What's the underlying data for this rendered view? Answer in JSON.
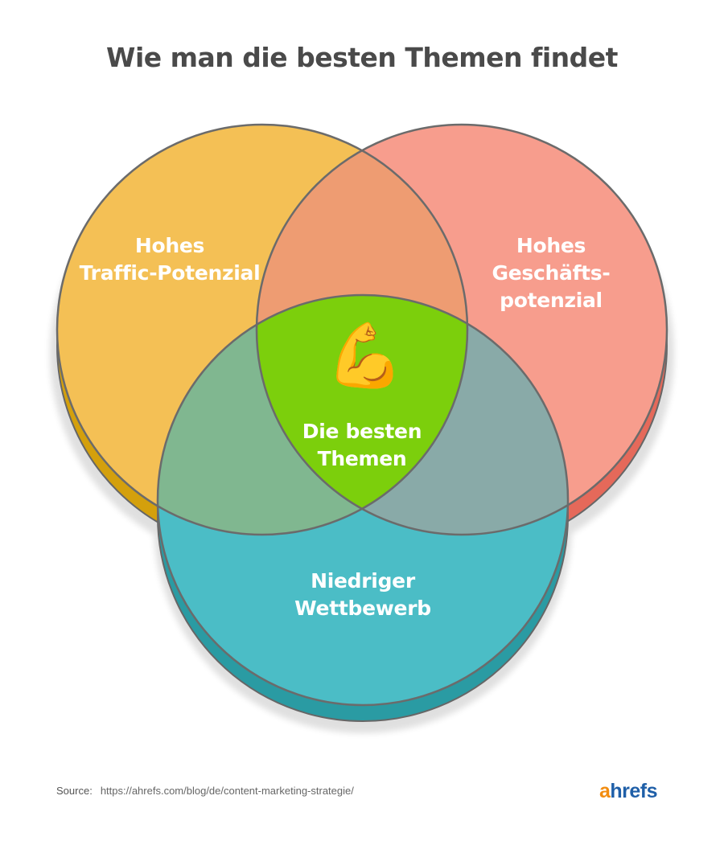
{
  "title": "Wie man die besten Themen findet",
  "circles": {
    "traffic": {
      "label": "Hohes\nTraffic-Potenzial",
      "color": "#f4c055",
      "depth": "#d4a00c"
    },
    "business": {
      "label": "Hohes\nGeschäfts-\npotenzial",
      "color": "#f79d8d",
      "depth": "#e5695a"
    },
    "competition": {
      "label": "Niedriger\nWettbewerb",
      "color": "#4bbdc6",
      "depth": "#2a9ba3"
    }
  },
  "overlaps": {
    "traffic_business": "#ee9c72",
    "traffic_competition": "#80b790",
    "business_competition": "#89aaa8",
    "center": {
      "label": "Die besten\nThemen",
      "color": "#7ccf0c",
      "icon": "flexed-biceps-icon"
    }
  },
  "source": {
    "label": "Source:",
    "url": "https://ahrefs.com/blog/de/content-marketing-strategie/"
  },
  "logo": {
    "a": "a",
    "rest": "hrefs"
  }
}
